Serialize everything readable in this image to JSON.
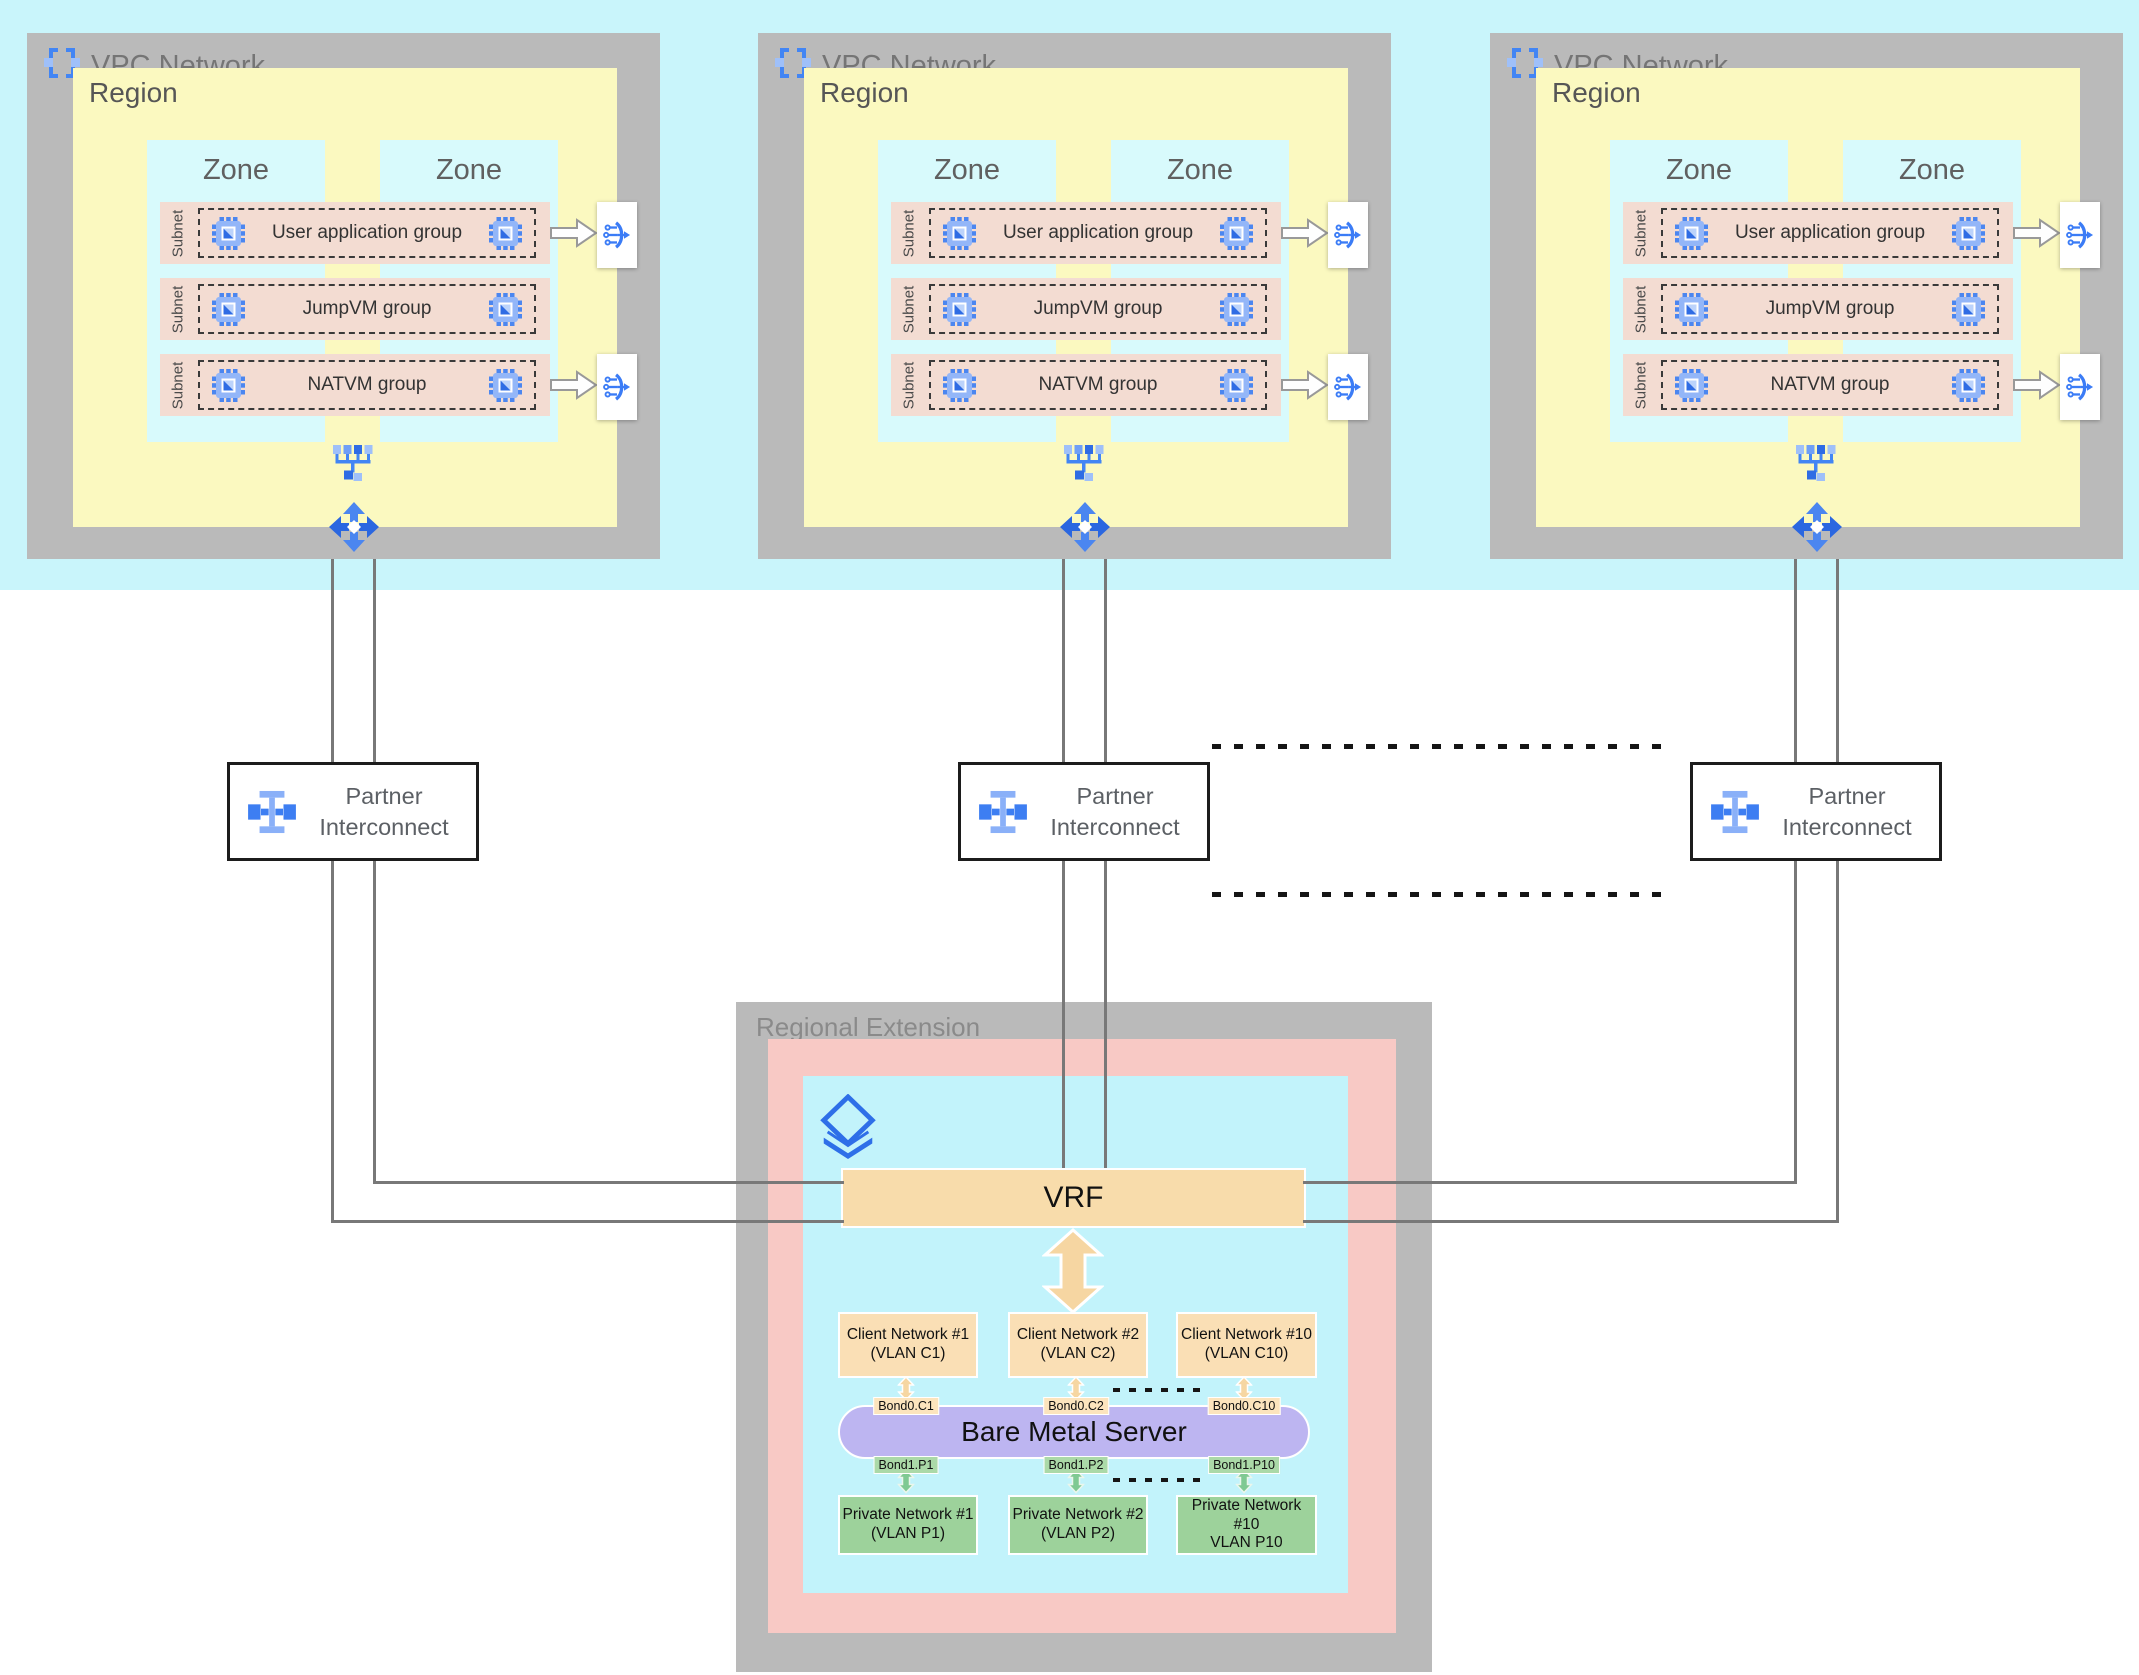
{
  "vpc_blocks": [
    {
      "title": "VPC Network",
      "region_label": "Region",
      "zones": [
        "Zone",
        "Zone"
      ],
      "subnets": [
        {
          "label": "Subnet",
          "group": "User application group",
          "has_load_balancer": true
        },
        {
          "label": "Subnet",
          "group": "JumpVM group",
          "has_load_balancer": false
        },
        {
          "label": "Subnet",
          "group": "NATVM group",
          "has_load_balancer": true
        }
      ]
    },
    {
      "title": "VPC Network",
      "region_label": "Region",
      "zones": [
        "Zone",
        "Zone"
      ],
      "subnets": [
        {
          "label": "Subnet",
          "group": "User application group",
          "has_load_balancer": true
        },
        {
          "label": "Subnet",
          "group": "JumpVM group",
          "has_load_balancer": false
        },
        {
          "label": "Subnet",
          "group": "NATVM group",
          "has_load_balancer": true
        }
      ]
    },
    {
      "title": "VPC Network",
      "region_label": "Region",
      "zones": [
        "Zone",
        "Zone"
      ],
      "subnets": [
        {
          "label": "Subnet",
          "group": "User application group",
          "has_load_balancer": true
        },
        {
          "label": "Subnet",
          "group": "JumpVM group",
          "has_load_balancer": false
        },
        {
          "label": "Subnet",
          "group": "NATVM group",
          "has_load_balancer": true
        }
      ]
    }
  ],
  "interconnects": [
    {
      "label": "Partner Interconnect"
    },
    {
      "label": "Partner Interconnect"
    },
    {
      "label": "Partner Interconnect"
    }
  ],
  "regional_extension": {
    "title": "Regional Extension",
    "vrf_label": "VRF",
    "server_label": "Bare Metal Server",
    "client_networks": [
      {
        "name": "Client Network #1",
        "vlan": "(VLAN C1)",
        "bond": "Bond0.C1"
      },
      {
        "name": "Client Network #2",
        "vlan": "(VLAN C2)",
        "bond": "Bond0.C2"
      },
      {
        "name": "Client Network #10",
        "vlan": "(VLAN C10)",
        "bond": "Bond0.C10"
      }
    ],
    "private_networks": [
      {
        "name": "Private Network #1",
        "vlan": "(VLAN P1)",
        "bond": "Bond1.P1"
      },
      {
        "name": "Private Network #2",
        "vlan": "(VLAN P2)",
        "bond": "Bond1.P2"
      },
      {
        "name": "Private Network #10",
        "vlan": "VLAN P10",
        "bond": "Bond1.P10"
      }
    ]
  },
  "icons": {
    "vpc": "vpc-network-icon",
    "vm": "vm-instance-icon",
    "load_balancer": "load-balancer-icon",
    "switch": "network-switch-icon",
    "routes": "routes-icon",
    "interconnect": "partner-interconnect-icon",
    "layers": "bare-metal-layers-icon"
  },
  "colors": {
    "google_blue": "#4285f4",
    "band_cyan": "#c9f5fb",
    "zone_cyan": "#d8fafc",
    "region_yellow": "#fbf9c0",
    "subnet_pink": "#f3dcd2",
    "container_gray": "#bababa",
    "re_pink": "#f8c9c5",
    "re_cyan": "#c2f3fb",
    "vrf_orange": "#f8dcab",
    "server_purple": "#bdb5f1",
    "network_green": "#9dd29b",
    "line_gray": "#787878"
  }
}
